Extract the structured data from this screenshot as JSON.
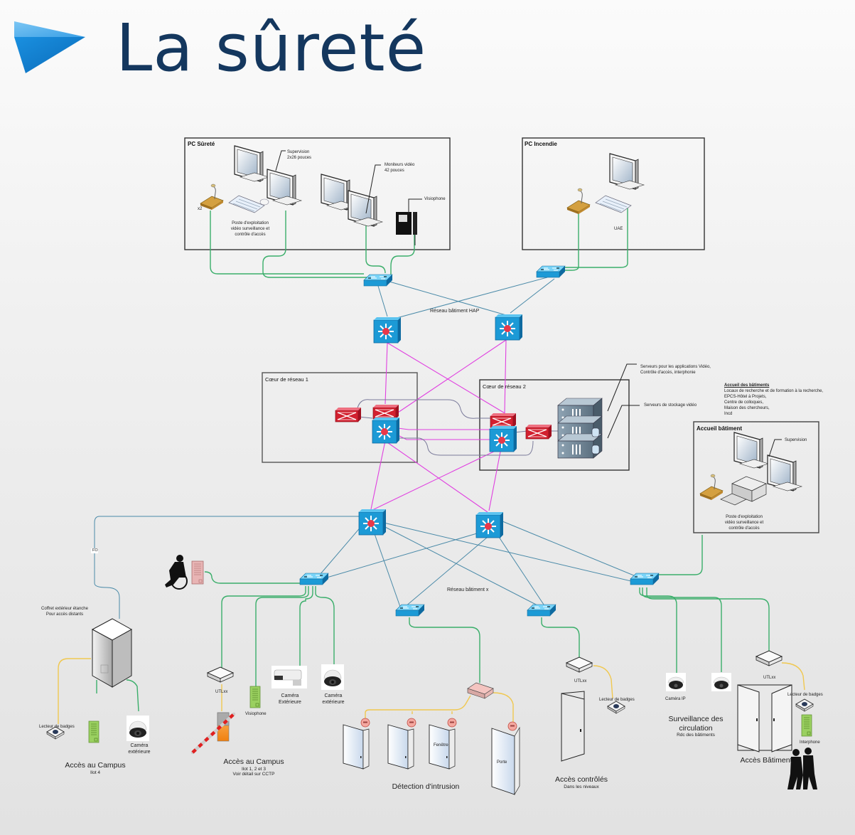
{
  "title": "La sûreté",
  "colors": {
    "title": "#14375e",
    "accent_blue": "#1a8ad4",
    "switch_blue": "#1c9ad6",
    "firewall_red": "#d2202f",
    "lan_green": "#3aae6a",
    "backbone_magenta": "#e040e0",
    "uplink_teal": "#4a8aa8",
    "field_yellow": "#f0c850",
    "interlink_grey": "#7a7a9a"
  },
  "zones": {
    "pc_surete": {
      "title": "PC Sûreté",
      "labels": {
        "supervision": [
          "Supervision",
          "2x26 pouces"
        ],
        "moniteurs": [
          "Moniteurs vidéo",
          "42 pouces"
        ],
        "visiophone": "Visiophone",
        "x2": "x2",
        "poste": [
          "Poste d'exploitation",
          "vidéo surveillance et",
          "contrôle d'accès"
        ]
      }
    },
    "pc_incendie": {
      "title": "PC Incendie",
      "labels": {
        "uae": "UAE"
      }
    },
    "coeur_1": {
      "title": "Cœur de réseau 1"
    },
    "coeur_2": {
      "title": "Cœur de réseau 2"
    },
    "serveurs": {
      "applications": [
        "Serveurs pour les applications Vidéo,",
        "Contrôle d'accès, interphonie"
      ],
      "stockage": "Serveurs de stockage vidéo"
    },
    "accueil_batiments_note": {
      "heading": "Accueil des bâtiments",
      "lines": [
        "Locaux de recherche et de formation à la recherche,",
        "EPCS-Hôtel à Projets,",
        "Centre de colloques,",
        "Maison des chercheurs,",
        "Incd"
      ]
    },
    "accueil_batiment": {
      "title": "Accueil bâtiment",
      "labels": {
        "supervision": "Supervision",
        "poste": [
          "Poste d'exploitation",
          "vidéo surveillance et",
          "contrôle d'accès"
        ]
      }
    }
  },
  "networks": {
    "hap": "Réseau bâtiment HAP",
    "batiment_x": "Réseau bâtiment x",
    "fo": "FO"
  },
  "groups": {
    "campus_ilot4": {
      "coffret": [
        "Coffret extérieur étanche",
        "Pour accès distants"
      ],
      "lecteur": "Lecteur de badges",
      "camera": [
        "Caméra",
        "extérieure"
      ],
      "title": "Accès au Campus",
      "subtitle": "Ilot 4"
    },
    "campus_ilot123": {
      "utl": "UTLxx",
      "visiophone": "Visiophone",
      "camera1": [
        "Caméra",
        "Extérieure"
      ],
      "camera2": [
        "Caméra",
        "extérieure"
      ],
      "title": "Accès au Campus",
      "subtitle": [
        "Ilot 1, 2 et 3",
        "Voir détail sur CCTP"
      ]
    },
    "intrusion": {
      "fenetre": "Fenêtre",
      "porte": "Porte",
      "title": "Détection d'intrusion"
    },
    "acces_controles": {
      "utl": "UTLxx",
      "lecteur": "Lecteur de badges",
      "title": "Accès contrôlés",
      "subtitle": "Dans les niveaux"
    },
    "surveillance": {
      "camera": "Caméra IP",
      "title": [
        "Surveillance des",
        "circulation"
      ],
      "subtitle": "Rdc des bâtiments"
    },
    "acces_batiment": {
      "utl": "UTLxx",
      "lecteur": "Lecteur de badges",
      "interphone": "Interphone",
      "title": "Accès Bâtiment"
    }
  }
}
